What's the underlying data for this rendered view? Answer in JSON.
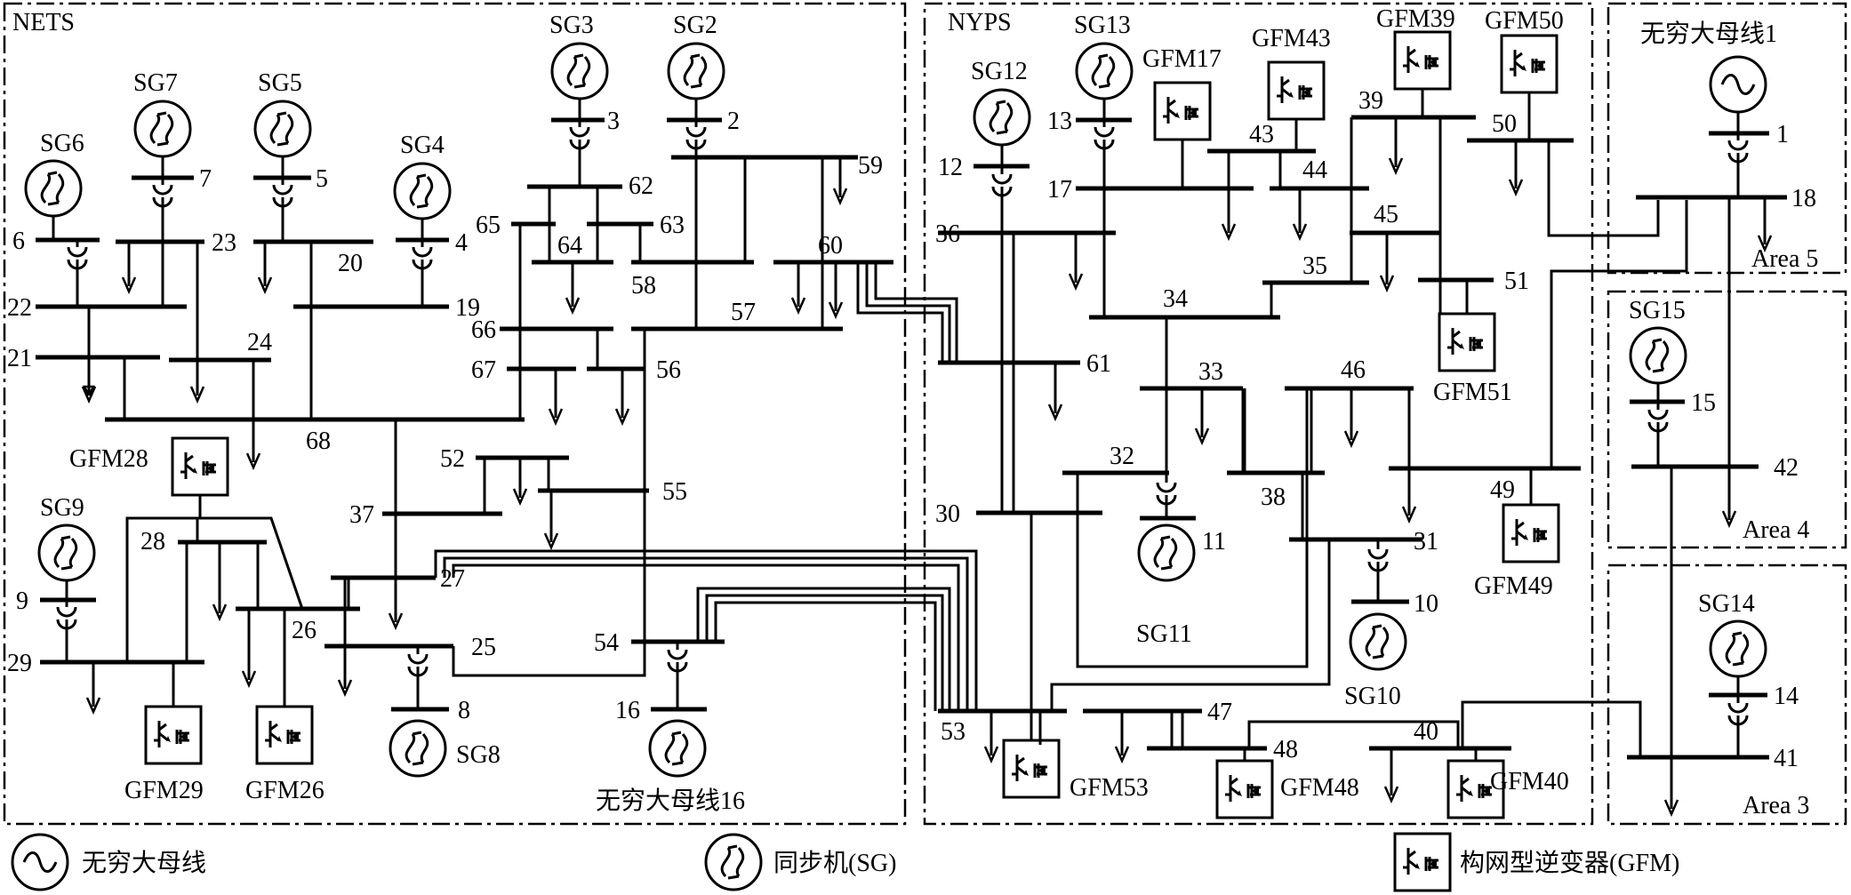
{
  "areas": {
    "nets": "NETS",
    "nyps": "NYPS",
    "area5": "Area 5",
    "area4": "Area 4",
    "area3": "Area 3",
    "inf1": "无穷大母线1"
  },
  "legend": {
    "inf_bus": "无穷大母线",
    "sg": "同步机(SG)",
    "gfm": "构网型逆变器(GFM)"
  },
  "inf16": "无穷大母线16",
  "sg": {
    "sg1": "",
    "sg2": "SG2",
    "sg3": "SG3",
    "sg4": "SG4",
    "sg5": "SG5",
    "sg6": "SG6",
    "sg7": "SG7",
    "sg8": "SG8",
    "sg9": "SG9",
    "sg10": "SG10",
    "sg11": "SG11",
    "sg12": "SG12",
    "sg13": "SG13",
    "sg14": "SG14",
    "sg15": "SG15"
  },
  "gfm": {
    "gfm17": "GFM17",
    "gfm26": "GFM26",
    "gfm28": "GFM28",
    "gfm29": "GFM29",
    "gfm39": "GFM39",
    "gfm40": "GFM40",
    "gfm43": "GFM43",
    "gfm48": "GFM48",
    "gfm49": "GFM49",
    "gfm50": "GFM50",
    "gfm51": "GFM51",
    "gfm53": "GFM53"
  },
  "bus": {
    "b1": "1",
    "b2": "2",
    "b3": "3",
    "b4": "4",
    "b5": "5",
    "b6": "6",
    "b7": "7",
    "b8": "8",
    "b9": "9",
    "b10": "10",
    "b11": "11",
    "b12": "12",
    "b13": "13",
    "b14": "14",
    "b15": "15",
    "b16": "16",
    "b17": "17",
    "b18": "18",
    "b19": "19",
    "b20": "20",
    "b21": "21",
    "b22": "22",
    "b23": "23",
    "b24": "24",
    "b25": "25",
    "b26": "26",
    "b27": "27",
    "b28": "28",
    "b29": "29",
    "b30": "30",
    "b31": "31",
    "b32": "32",
    "b33": "33",
    "b34": "34",
    "b35": "35",
    "b36": "36",
    "b37": "37",
    "b38": "38",
    "b39": "39",
    "b40": "40",
    "b41": "41",
    "b42": "42",
    "b43": "43",
    "b44": "44",
    "b45": "45",
    "b46": "46",
    "b47": "47",
    "b48": "48",
    "b49": "49",
    "b50": "50",
    "b51": "51",
    "b52": "52",
    "b53": "53",
    "b54": "54",
    "b55": "55",
    "b56": "56",
    "b57": "57",
    "b58": "58",
    "b59": "59",
    "b60": "60",
    "b61": "61",
    "b62": "62",
    "b63": "63",
    "b64": "64",
    "b65": "65",
    "b66": "66",
    "b67": "67",
    "b68": "68"
  }
}
